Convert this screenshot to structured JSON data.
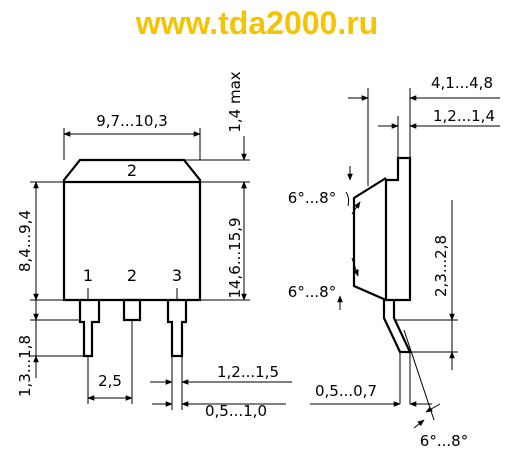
{
  "banner": {
    "text": "www.tda2000.ru",
    "color": "#f5c400"
  },
  "front_view": {
    "tab_label": "2",
    "pin_labels": [
      "1",
      "2",
      "3"
    ],
    "dims": {
      "width": "9,7...10,3",
      "tab_height": "1,4 max",
      "body_height": "8,4...9,4",
      "total_height": "14,6...15,9",
      "lead_length": "1,3...1,8",
      "pitch": "2,5",
      "lead_width": "1,2...1,5",
      "lead_thickness": "0,5...1,0"
    }
  },
  "side_view": {
    "dims": {
      "thickness": "4,1...4,8",
      "tab_thickness": "1,2...1,4",
      "angle_top": "6°...8°",
      "angle_mid": "6°...8°",
      "angle_bottom": "6°...8°",
      "standoff": "2,3...2,8",
      "lead_offset": "0,5...0,7"
    }
  }
}
